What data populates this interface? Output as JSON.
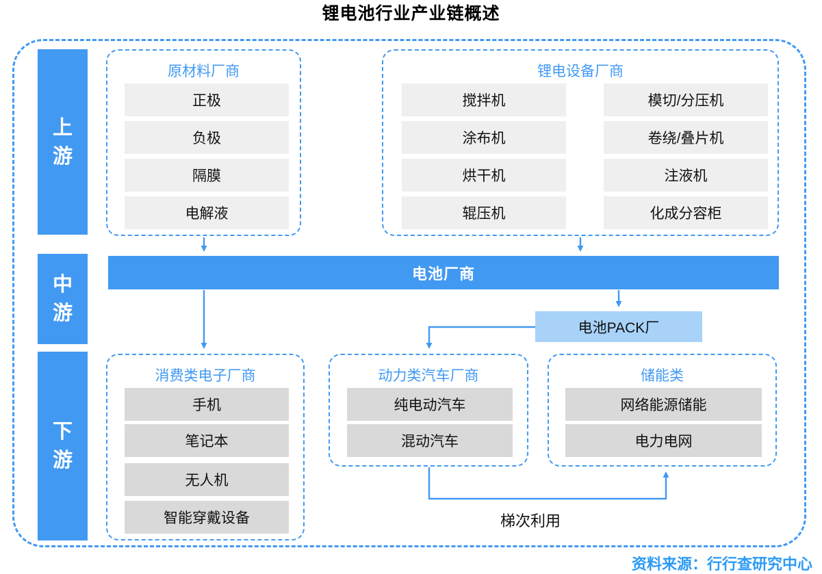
{
  "title": "锂电池行业产业链概述",
  "colors": {
    "primary_blue": "#4199F2",
    "pack_light_blue": "#A8D2F8",
    "item_gray_upstream": "#EFEFEF",
    "item_gray_downstream": "#D9D9D9",
    "source_text_blue": "#2E9BF5"
  },
  "stages": {
    "upstream": "上游",
    "midstream": "中游",
    "downstream": "下游"
  },
  "sections": {
    "materials": {
      "header": "原材料厂商",
      "items": [
        "正极",
        "负极",
        "隔膜",
        "电解液"
      ]
    },
    "equipment": {
      "header": "锂电设备厂商",
      "col1": [
        "搅拌机",
        "涂布机",
        "烘干机",
        "辊压机"
      ],
      "col2": [
        "模切/分压机",
        "卷绕/叠片机",
        "注液机",
        "化成分容柜"
      ]
    },
    "battery_maker": "电池厂商",
    "pack_factory": "电池PACK厂",
    "consumer": {
      "header": "消费类电子厂商",
      "items": [
        "手机",
        "笔记本",
        "无人机",
        "智能穿戴设备"
      ]
    },
    "vehicle": {
      "header": "动力类汽车厂商",
      "items": [
        "纯电动汽车",
        "混动汽车"
      ]
    },
    "storage": {
      "header": "储能类",
      "items": [
        "网络能源储能",
        "电力电网"
      ]
    }
  },
  "annotations": {
    "cascade_use": "梯次利用",
    "source": "资料来源：行行查研究中心"
  }
}
